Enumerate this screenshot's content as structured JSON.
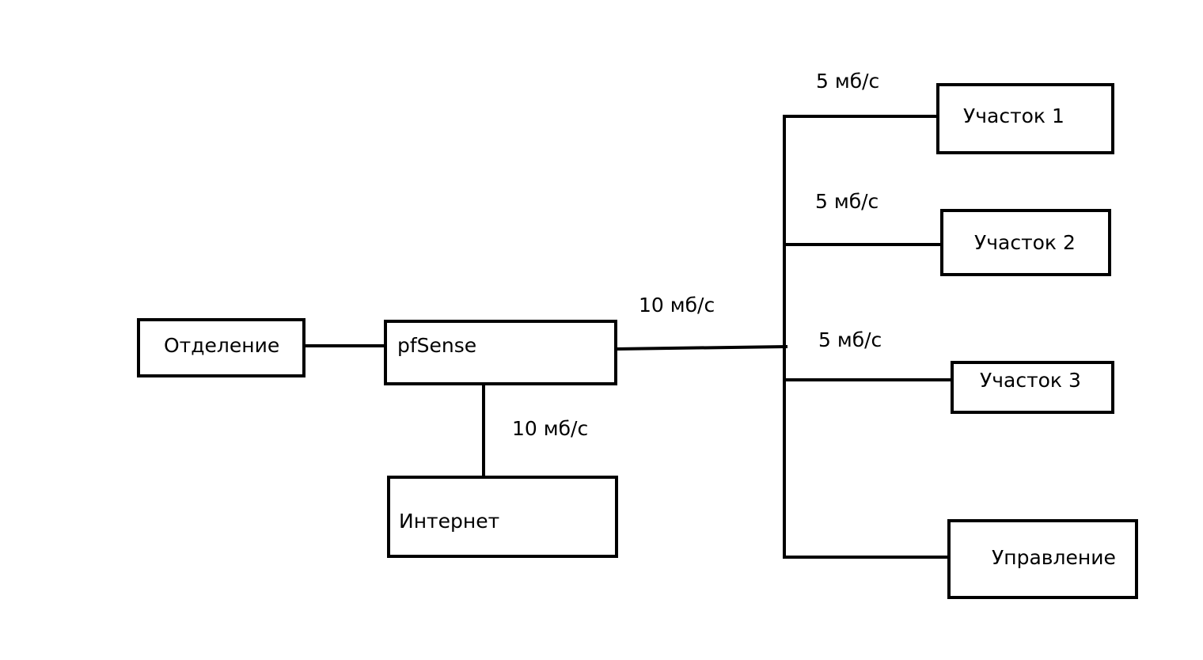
{
  "nodes": {
    "otdelenie": "Отделение",
    "pfsense": "pfSense",
    "internet": "Интернет",
    "uchastok1": "Участок 1",
    "uchastok2": "Участок 2",
    "uchastok3": "Участок 3",
    "upravlenie": "Управление"
  },
  "links": {
    "pfsense_to_bus": "10 мб/с",
    "pfsense_to_internet": "10 мб/с",
    "bus_to_uchastok1": "5 мб/с",
    "bus_to_uchastok2": "5 мб/с",
    "bus_to_uchastok3": "5 мб/с"
  },
  "colors": {
    "line": "#000000",
    "background": "#ffffff"
  }
}
